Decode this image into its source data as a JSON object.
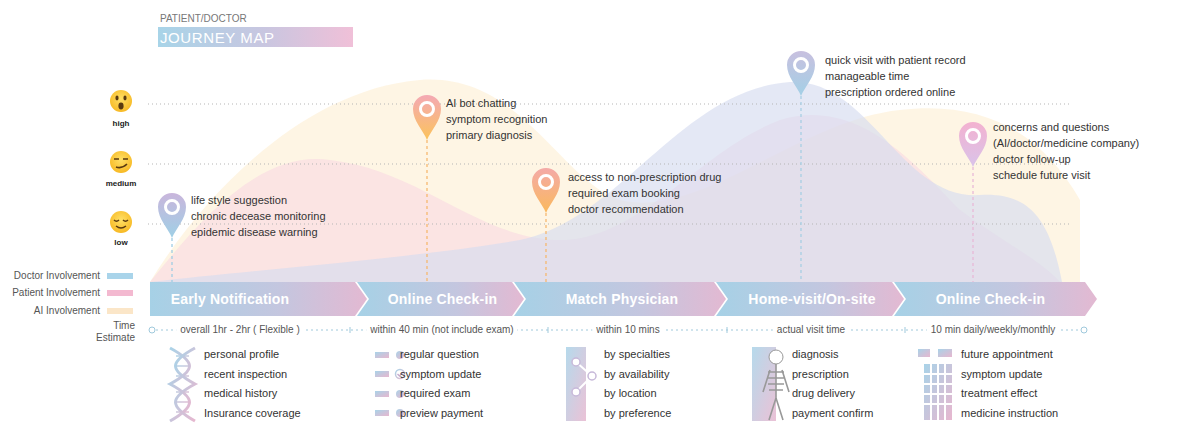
{
  "diagram": {
    "title": "JOURNEY MAP",
    "nodes": [
      {
        "text": [
          "life style suggestion",
          "chronic decease monitoring",
          "epidemic disease warning"
        ]
      },
      {
        "text": [
          "AI bot chatting",
          "symptom recognition",
          "primary diagnosis"
        ]
      },
      {
        "text": [
          "access to non-prescription drug",
          "required exam booking",
          "doctor recommendation"
        ]
      },
      {
        "text": [
          "quick visit with patient record",
          "manageable time",
          "prescription ordered online"
        ]
      },
      {
        "text": [
          "concerns and questions (AI/doctor/medicine company)",
          "doctor follow-up",
          "schedule future visit"
        ]
      },
      {
        "text": [
          "Early Notification"
        ]
      },
      {
        "text": [
          "Online Check-in"
        ]
      },
      {
        "text": [
          "Match Physician"
        ]
      },
      {
        "text": [
          "Home-visit/On-site"
        ]
      },
      {
        "text": [
          "Online Check-in"
        ]
      }
    ],
    "edges": [
      {
        "from": 0,
        "to": 5,
        "arrow": "none"
      },
      {
        "from": 1,
        "to": 6,
        "arrow": "none"
      },
      {
        "from": 2,
        "to": 7,
        "arrow": "none"
      },
      {
        "from": 3,
        "to": 8,
        "arrow": "none"
      },
      {
        "from": 4,
        "to": 9,
        "arrow": "none"
      }
    ],
    "labels": [
      "PATIENT/DOCTOR",
      "high",
      "medium",
      "low",
      "Time Estimate",
      "overall 1hr - 2hr ( Flexible )",
      "within 40 min (not include exam)",
      "within 10 mins",
      "actual visit time",
      "10 min daily/weekly/monthly",
      "personal profile",
      "recent inspection",
      "medical history",
      "Insurance coverage",
      "regular question",
      "symptom update",
      "required exam",
      "preview payment",
      "by specialties",
      "by availability",
      "by location",
      "by preference",
      "diagnosis",
      "prescription",
      "drug delivery",
      "payment confirm",
      "future appointment",
      "symptom update",
      "treatment effect",
      "medicine instruction"
    ],
    "legend": [
      {
        "text": "Doctor Involvement",
        "color": "#a9d4ea"
      },
      {
        "text": "Patient Involvement",
        "color": "#f3b9d0"
      },
      {
        "text": "AI Involvement",
        "color": "#fbe6c8"
      }
    ]
  }
}
